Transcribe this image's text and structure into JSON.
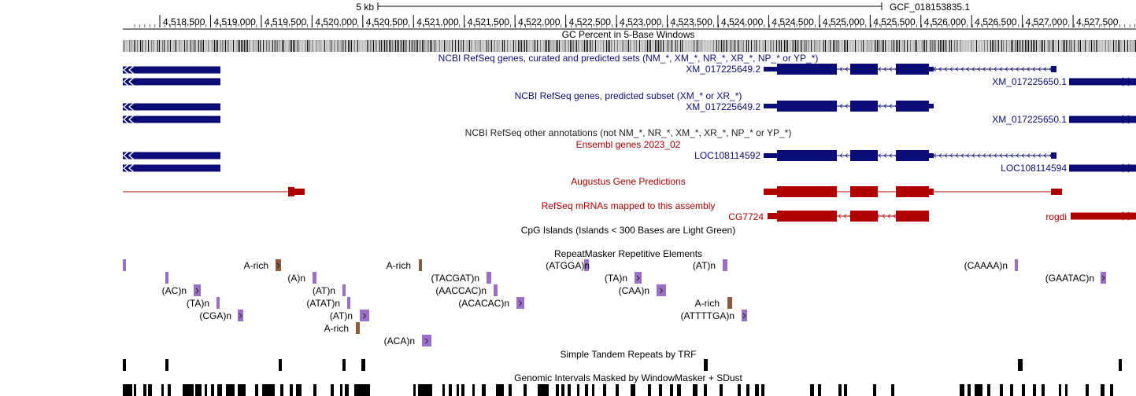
{
  "scale": {
    "label": "5 kb",
    "assembly": "GCF_018153835.1",
    "positions": [
      "4,518,500",
      "4,519,000",
      "4,519,500",
      "4,520,000",
      "4,520,500",
      "4,521,000",
      "4,521,500",
      "4,522,000",
      "4,522,500",
      "4,523,000",
      "4,523,500",
      "4,524,000",
      "4,524,500",
      "4,525,000",
      "4,525,500",
      "4,526,000",
      "4,526,500",
      "4,527,000",
      "4,527,500"
    ]
  },
  "colors": {
    "refseq": "#0c0c78",
    "ensembl_title": "#aa0000",
    "augustus": "#b00000",
    "other_title": "#222222",
    "repeat": "#9a6fc7",
    "repeat_rich": "#8a5a3c",
    "black": "#000000"
  },
  "tracks": [
    {
      "key": "gc",
      "title": "GC Percent in 5-Base Windows",
      "color": "#000000"
    },
    {
      "key": "ncbi_all",
      "title": "NCBI RefSeq genes, curated and predicted sets (NM_*, XM_*, NR_*, XR_*, NP_* or YP_*)",
      "color": "#0c0c78",
      "labels": [
        "XM_017225649.2",
        "XM_017225650.1"
      ]
    },
    {
      "key": "ncbi_pred",
      "title": "NCBI RefSeq genes, predicted subset (XM_* or XR_*)",
      "color": "#0c0c78",
      "labels": [
        "XM_017225649.2",
        "XM_017225650.1"
      ]
    },
    {
      "key": "ncbi_other",
      "title": "NCBI RefSeq other annotations (not NM_*, NR_*, XM_*, XR_*, NP_* or YP_*)",
      "color": "#222222"
    },
    {
      "key": "ensembl",
      "title": "Ensembl genes 2023_02",
      "color": "#aa0000",
      "labels": [
        "LOC108114592",
        "LOC108114594"
      ]
    },
    {
      "key": "augustus",
      "title": "Augustus Gene Predictions",
      "color": "#aa0000"
    },
    {
      "key": "refseq_mrna",
      "title": "RefSeq mRNAs mapped to this assembly",
      "color": "#aa0000",
      "labels": [
        "CG7724",
        "rogdi"
      ]
    },
    {
      "key": "cpg",
      "title": "CpG Islands (Islands < 300 Bases are Light Green)",
      "color": "#000000"
    },
    {
      "key": "rmsk",
      "title": "RepeatMasker Repetitive Elements",
      "color": "#000000",
      "labels": [
        "A-rich",
        "A-rich",
        "(ATGGA)n",
        "(AT)n",
        "(CAAAA)n",
        "(A)n",
        "(TACGAT)n",
        "(TA)n",
        "(GAATAC)n",
        "(AC)n",
        "(AT)n",
        "(AACCAC)n",
        "(CAA)n",
        "(TA)n",
        "(ATAT)n",
        "(ACACAC)n",
        "A-rich",
        "(CGA)n",
        "(AT)n",
        "(ATTTTGA)n",
        "A-rich",
        "(ACA)n"
      ]
    },
    {
      "key": "trf",
      "title": "Simple Tandem Repeats by TRF",
      "color": "#000000"
    },
    {
      "key": "wm",
      "title": "Genomic Intervals Masked by WindowMasker + SDust",
      "color": "#000000"
    }
  ]
}
